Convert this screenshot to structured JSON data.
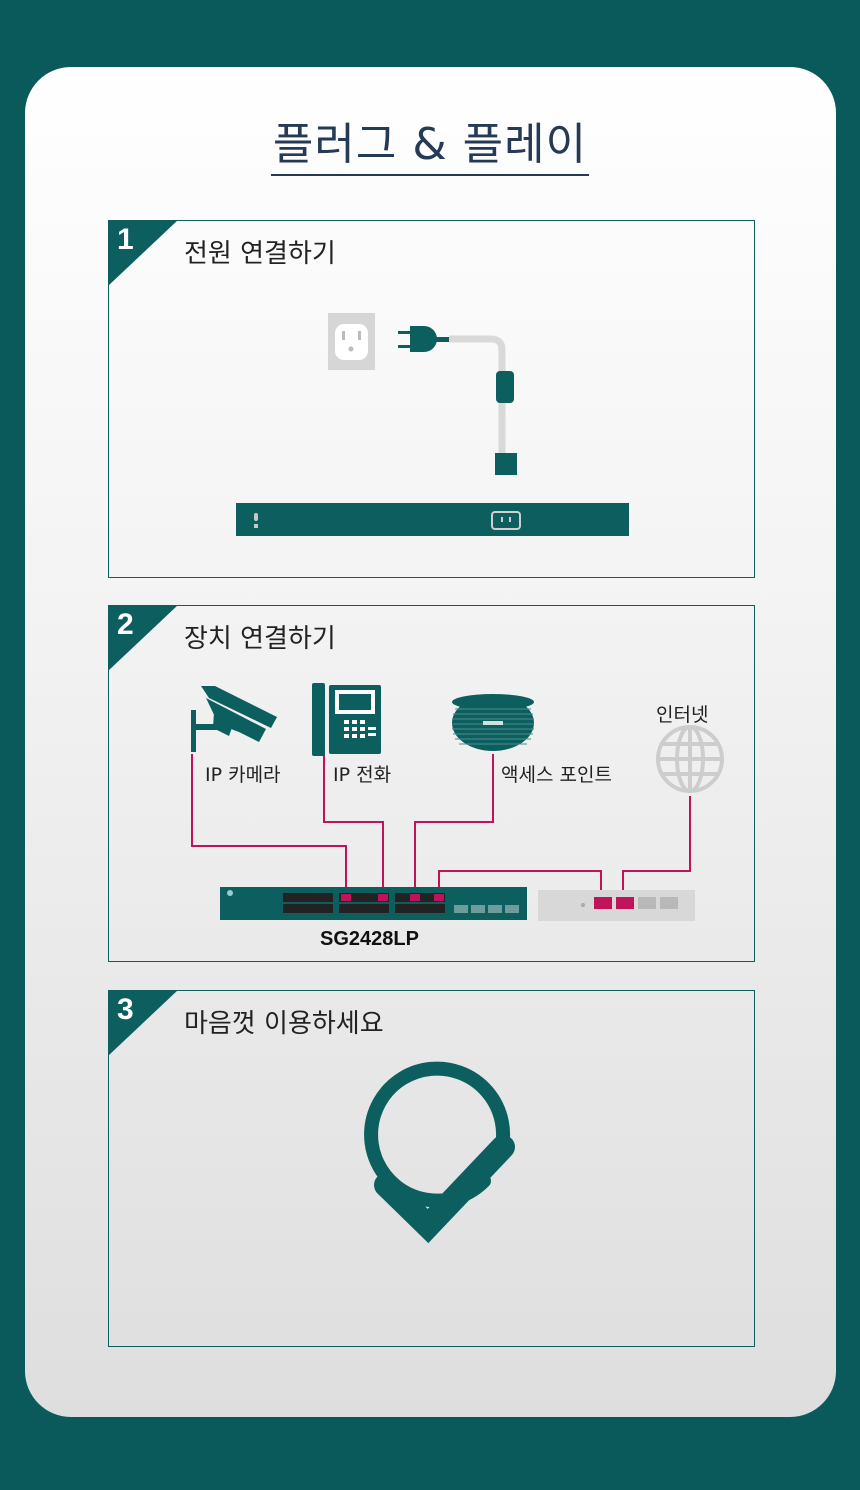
{
  "title": "플러그 & 플레이",
  "steps": [
    {
      "number": "1",
      "title": "전원 연결하기"
    },
    {
      "number": "2",
      "title": "장치 연결하기"
    },
    {
      "number": "3",
      "title": "마음껏 이용하세요"
    }
  ],
  "devices": {
    "ip_camera": "IP 카메라",
    "ip_phone": "IP 전화",
    "access_point": "액세스 포인트",
    "internet": "인터넷"
  },
  "switch_model": "SG2428LP",
  "colors": {
    "teal": "#0d5f5f",
    "port_highlight": "#c0135a",
    "title": "#243a55"
  },
  "icons": [
    "power-outlet-icon",
    "power-plug-icon",
    "ip-camera-icon",
    "ip-phone-icon",
    "access-point-icon",
    "globe-icon",
    "checkmark-icon"
  ]
}
